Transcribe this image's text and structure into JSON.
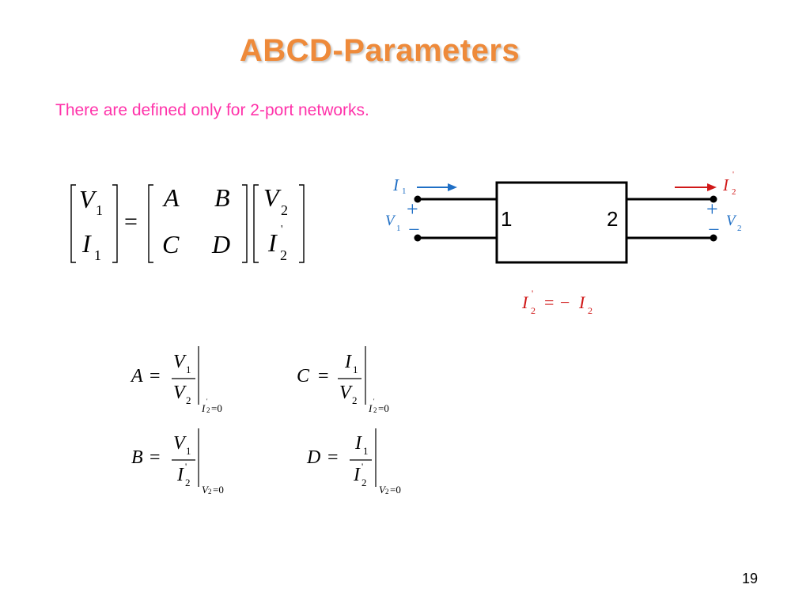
{
  "slide": {
    "title": "ABCD-Parameters",
    "subtitle": "There are defined only for 2-port networks.",
    "page_number": "19"
  },
  "matrix_equation": {
    "lhs": [
      {
        "sym": "V",
        "sub": "1",
        "prime": ""
      },
      {
        "sym": "I",
        "sub": "1",
        "prime": ""
      }
    ],
    "equals": "=",
    "matrix": [
      [
        "A",
        "B"
      ],
      [
        "C",
        "D"
      ]
    ],
    "rhs": [
      {
        "sym": "V",
        "sub": "2",
        "prime": ""
      },
      {
        "sym": "I",
        "sub": "2",
        "prime": "'"
      }
    ]
  },
  "circuit": {
    "port1_label": "1",
    "port2_label": "2",
    "i1": {
      "sym": "I",
      "sub": "1"
    },
    "v1": {
      "sym": "V",
      "sub": "1"
    },
    "i2": {
      "sym": "I",
      "sub": "2",
      "prime": "'"
    },
    "v2": {
      "sym": "V",
      "sub": "2"
    },
    "plus": "+",
    "minus": "−",
    "colors": {
      "port1": "#1f6fc5",
      "port2_current": "#d01818"
    }
  },
  "relation": {
    "lhs": {
      "sym": "I",
      "sub": "2",
      "prime": "'"
    },
    "equals": "=",
    "rhs_sign": "−",
    "rhs": {
      "sym": "I",
      "sub": "2"
    }
  },
  "definitions": [
    {
      "name": "A",
      "eq": "=",
      "num": {
        "sym": "V",
        "sub": "1",
        "prime": ""
      },
      "den": {
        "sym": "V",
        "sub": "2",
        "prime": ""
      },
      "cond": {
        "sym": "I",
        "sub": "2",
        "prime": "'",
        "val": "=0"
      }
    },
    {
      "name": "C",
      "eq": "=",
      "num": {
        "sym": "I",
        "sub": "1",
        "prime": ""
      },
      "den": {
        "sym": "V",
        "sub": "2",
        "prime": ""
      },
      "cond": {
        "sym": "I",
        "sub": "2",
        "prime": "'",
        "val": "=0"
      }
    },
    {
      "name": "B",
      "eq": "=",
      "num": {
        "sym": "V",
        "sub": "1",
        "prime": ""
      },
      "den": {
        "sym": "I",
        "sub": "2",
        "prime": "'"
      },
      "cond": {
        "sym": "V",
        "sub": "2",
        "prime": "",
        "val": "=0"
      }
    },
    {
      "name": "D",
      "eq": "=",
      "num": {
        "sym": "I",
        "sub": "1",
        "prime": ""
      },
      "den": {
        "sym": "I",
        "sub": "2",
        "prime": "'"
      },
      "cond": {
        "sym": "V",
        "sub": "2",
        "prime": "",
        "val": "=0"
      }
    }
  ],
  "colors": {
    "title": "#ee8a3a",
    "subtitle": "#ff33aa",
    "text": "#000000"
  }
}
